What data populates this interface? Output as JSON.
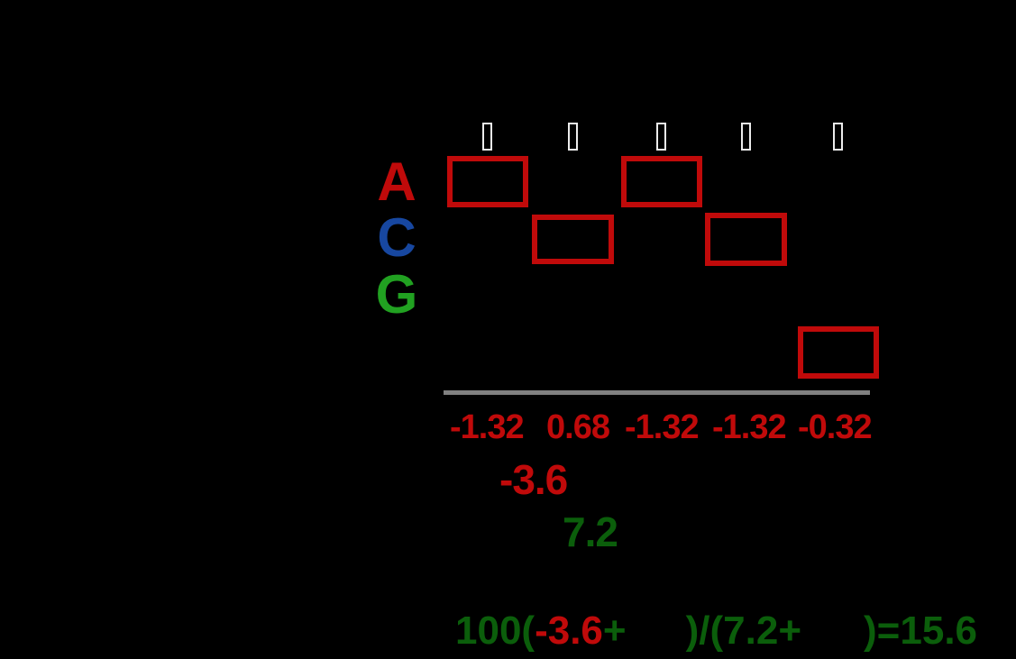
{
  "colors": {
    "background": "#000000",
    "red": "#c00a0a",
    "blue": "#1747a0",
    "green": "#21a121",
    "dark_green": "#0b5e0b",
    "gray_line": "#808080",
    "glyph_box_outline": "#ececec"
  },
  "matrix_rows": [
    {
      "label": "A",
      "color": "#c00a0a"
    },
    {
      "label": "C",
      "color": "#1747a0"
    },
    {
      "label": "G",
      "color": "#21a121"
    }
  ],
  "sequence_row": {
    "glyph_count": 5,
    "glyph": "missing-glyph-box"
  },
  "highlight_boxes": {
    "count": 5,
    "border_color": "#c00a0a"
  },
  "position_scores": [
    "-1.32",
    "0.68",
    "-1.32",
    "-1.32",
    "-0.32"
  ],
  "score_sum": "-3.6",
  "score_denominator": "7.2",
  "formula": {
    "prefix": "100(",
    "sum": "-3.6",
    "plus_1": "+",
    "divide": ")/(",
    "denominator": "7.2",
    "plus_2": "+",
    "close_equals": ")=",
    "result": "15.6"
  }
}
